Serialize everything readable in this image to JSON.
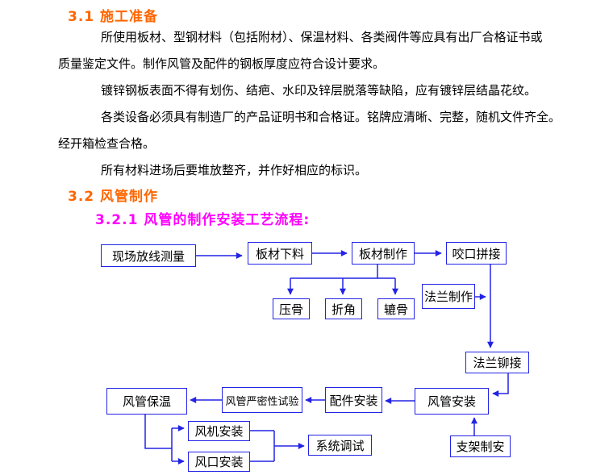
{
  "colors": {
    "heading_orange": "#ff6600",
    "subheading_magenta": "#ff00ff",
    "flow_blue": "#2323e6",
    "body_text": "#000000",
    "background": "#ffffff"
  },
  "doc": {
    "heading_31": "3.1 施工准备",
    "heading_32": "3.2 风管制作",
    "subheading_321": "3.2.1 风管的制作安装工艺流程:",
    "paragraphs": [
      {
        "lines": [
          "所使用板材、型钢材料（包括附材）、保温材料、各类阀件等应具有出厂合格证书或",
          "质量鉴定文件。制作风管及配件的钢板厚度应符合设计要求。"
        ]
      },
      {
        "lines": [
          "镀锌钢板表面不得有划伤、结疤、水印及锌层脱落等缺陷，应有镀锌层结晶花纹。"
        ]
      },
      {
        "lines": [
          "各类设备必须具有制造厂的产品证明书和合格证。铭牌应清晰、完整，随机文件齐全。",
          "经开箱检查合格。"
        ]
      },
      {
        "lines": [
          "所有材料进场后要堆放整齐，并作好相应的标识。"
        ]
      }
    ]
  },
  "flowchart": {
    "nodes": {
      "site_survey": "现场放线测量",
      "sheet_cutting": "板材下料",
      "sheet_fabrication": "板材制作",
      "seam_joining": "咬口拼接",
      "rib_pressing": "压骨",
      "corner_folding": "折角",
      "rib_rolling": "辘骨",
      "flange_fabrication": "法兰制作",
      "flange_riveting": "法兰铆接",
      "duct_installation": "风管安装",
      "fittings_installation": "配件安装",
      "leak_test": "风管严密性试验",
      "duct_insulation": "风管保温",
      "support_fabrication": "支架制安",
      "fan_installation": "风机安装",
      "air_outlet_installation": "风口安装",
      "system_commissioning": "系统调试"
    }
  }
}
